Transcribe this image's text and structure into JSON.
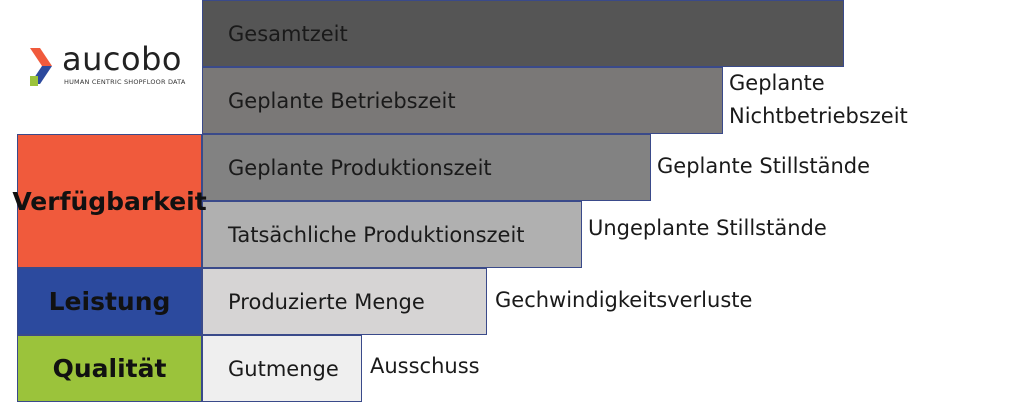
{
  "logo": {
    "wordmark": "aucobo",
    "tagline": "HUMAN CENTRIC SHOPFLOOR DATA",
    "colors": [
      "#f05a3c",
      "#2c4a9e",
      "#9bc33b"
    ]
  },
  "bars": [
    {
      "label": "Gesamtzeit",
      "color": "#555555"
    },
    {
      "label": "Geplante Betriebszeit",
      "color": "#7a7877"
    },
    {
      "label": "Geplante Produktionszeit",
      "color": "#828282"
    },
    {
      "label": "Tatsächliche Produktionszeit",
      "color": "#b0b0b0"
    },
    {
      "label": "Produzierte Menge",
      "color": "#d6d4d4"
    },
    {
      "label": "Gutmenge",
      "color": "#efefef"
    }
  ],
  "losses": [
    {
      "line1": "Geplante",
      "line2": "Nichtbetriebszeit"
    },
    {
      "line1": "Geplante Stillstände"
    },
    {
      "line1": "Ungeplante Stillstände"
    },
    {
      "line1": "Gechwindigkeitsverluste"
    },
    {
      "line1": "Ausschuss"
    }
  ],
  "categories": [
    {
      "label": "Verfügbarkeit",
      "color": "#f05a3c"
    },
    {
      "label": "Leistung",
      "color": "#2c4a9e"
    },
    {
      "label": "Qualität",
      "color": "#9bc33b"
    }
  ]
}
